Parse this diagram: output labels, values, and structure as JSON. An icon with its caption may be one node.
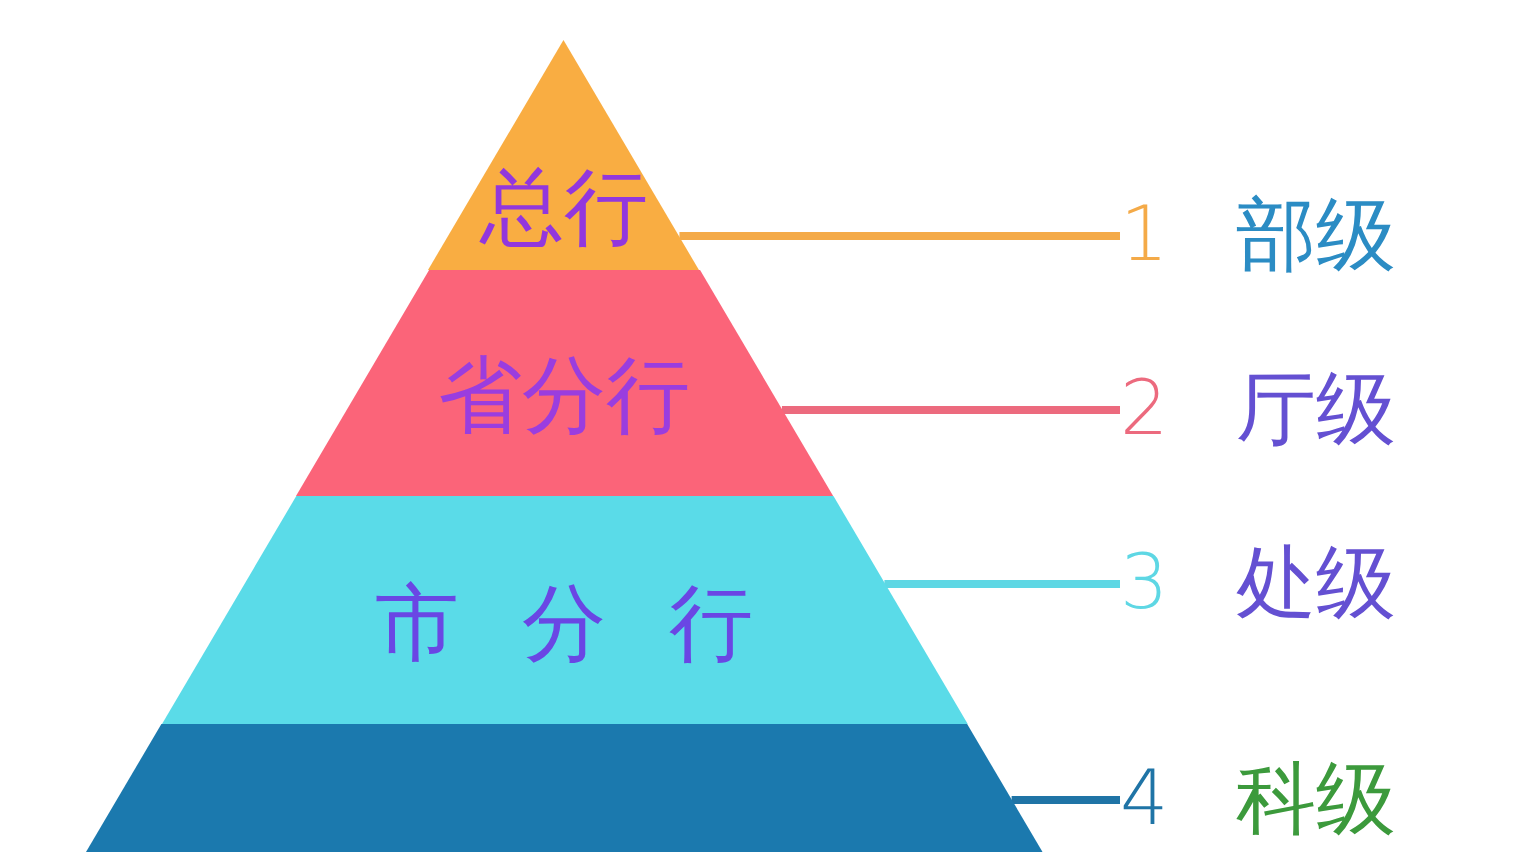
{
  "diagram": {
    "nodes": [
      {
        "text": [
          "总行"
        ]
      },
      {
        "text": [
          "省分行"
        ]
      },
      {
        "text": [
          "市 分 行"
        ]
      },
      {
        "text": [],
        "shape": "trapezoid"
      },
      {
        "text": [
          "1",
          "部级"
        ]
      },
      {
        "text": [
          "2",
          "厅级"
        ]
      },
      {
        "text": [
          "3",
          "处级"
        ]
      },
      {
        "text": [
          "4",
          "科级"
        ]
      }
    ],
    "edges": [
      {
        "from": 0,
        "to": 4,
        "arrow": "none",
        "color": "#f4aa48"
      },
      {
        "from": 1,
        "to": 5,
        "arrow": "none",
        "color": "#ec6a7e"
      },
      {
        "from": 2,
        "to": 6,
        "arrow": "none",
        "color": "#5ed7e4"
      },
      {
        "from": 3,
        "to": 7,
        "arrow": "none",
        "color": "#1f74a6"
      }
    ]
  }
}
